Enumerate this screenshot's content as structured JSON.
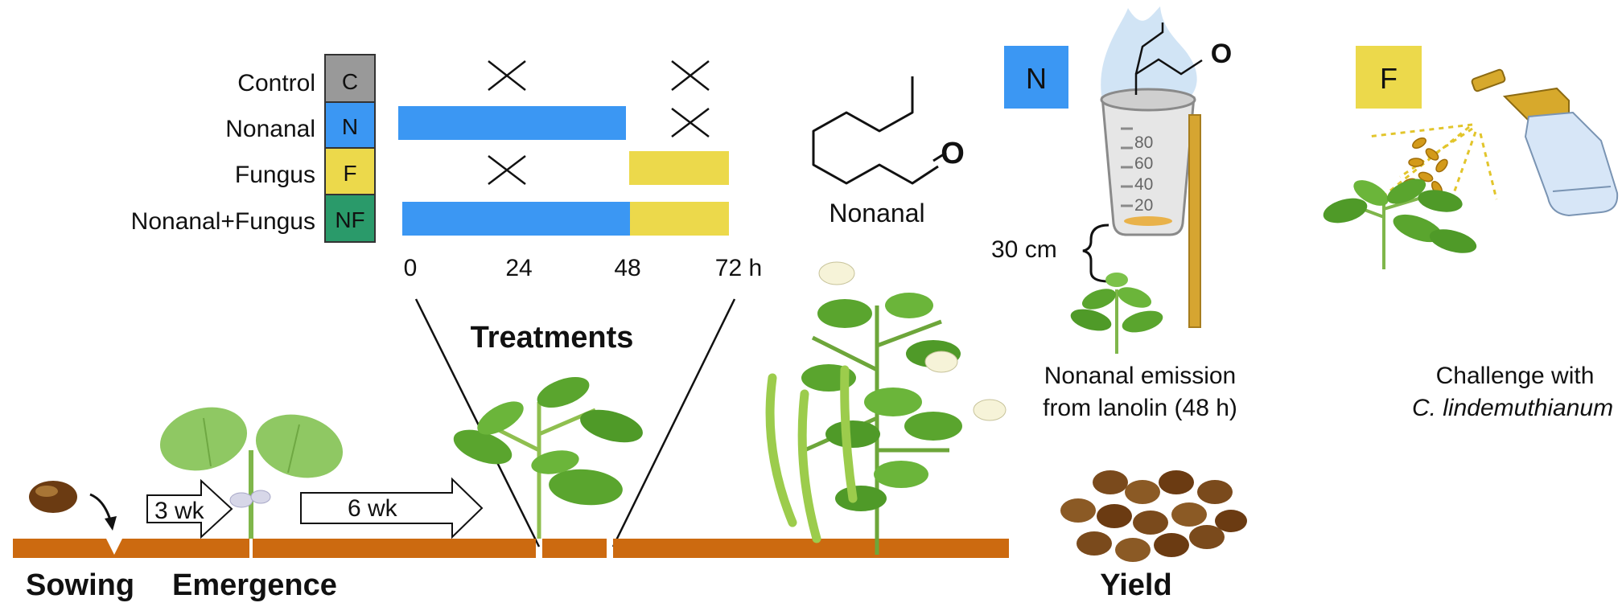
{
  "treatments": {
    "rows": [
      {
        "name": "Control",
        "code": "C",
        "color": "#999999"
      },
      {
        "name": "Nonanal",
        "code": "N",
        "color": "#3b97f3"
      },
      {
        "name": "Fungus",
        "code": "F",
        "color": "#ecd94b"
      },
      {
        "name": "Nonanal+Fungus",
        "code": "NF",
        "color": "#2a9a6a"
      }
    ],
    "time_ticks": [
      "0",
      "24",
      "48",
      "72 h"
    ],
    "title": "Treatments",
    "nonanal_color": "#3b97f3",
    "fungus_color": "#ecd94b",
    "bars": [
      {
        "row": "Control",
        "nonanal": false,
        "fungus": false
      },
      {
        "row": "Nonanal",
        "nonanal": true,
        "fungus": false
      },
      {
        "row": "Fungus",
        "nonanal": false,
        "fungus": true
      },
      {
        "row": "Nonanal+Fungus",
        "nonanal": true,
        "fungus": true
      }
    ]
  },
  "molecule": {
    "label": "Nonanal",
    "atom": "O"
  },
  "panel_n": {
    "code": "N",
    "color": "#3b97f3",
    "distance_label": "30 cm",
    "beaker_marks": [
      "80",
      "60",
      "40",
      "20"
    ],
    "caption_line1": "Nonanal emission",
    "caption_line2": "from lanolin (48 h)"
  },
  "panel_f": {
    "code": "F",
    "color": "#ecd94b",
    "caption_line1": "Challenge with",
    "caption_line2": "C. lindemuthianum"
  },
  "timeline": {
    "soil_color": "#cc6a10",
    "arrow1_label": "3 wk",
    "arrow2_label": "6 wk",
    "stages": [
      "Sowing",
      "Emergence",
      "Yield"
    ]
  }
}
